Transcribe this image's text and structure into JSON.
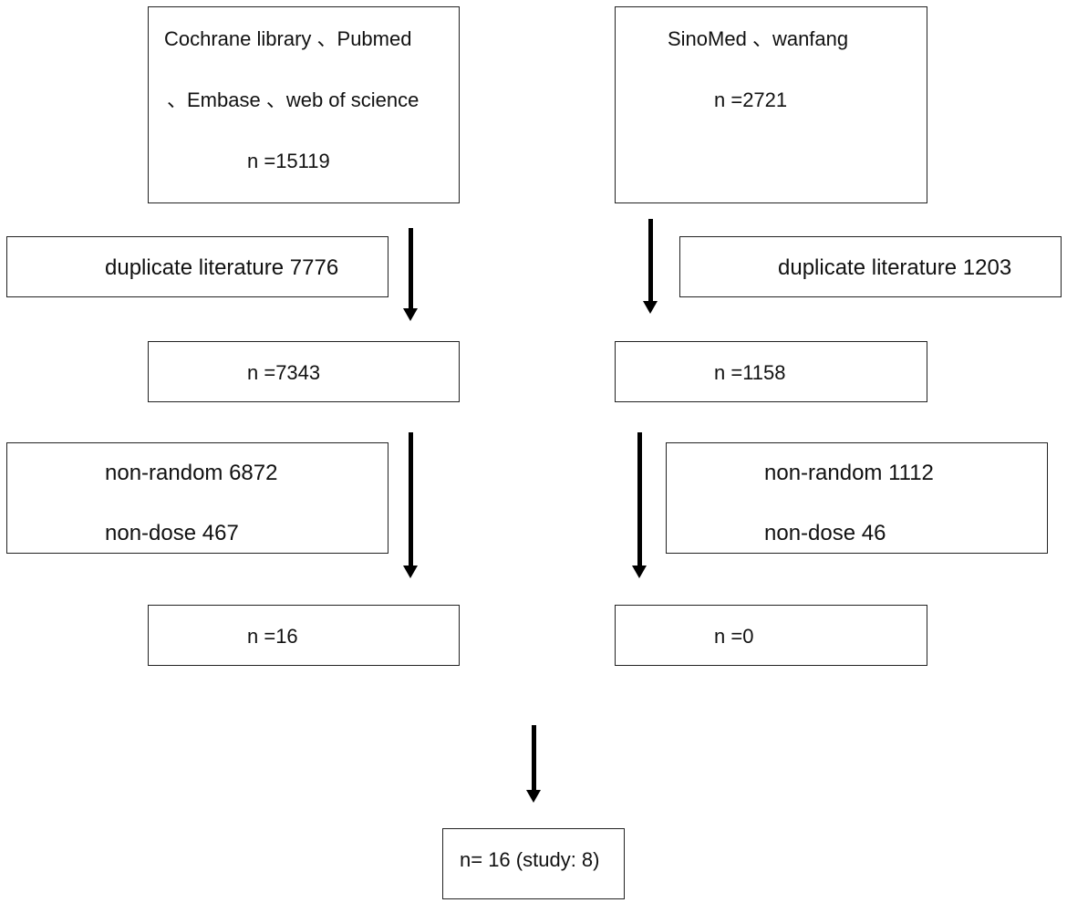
{
  "left": {
    "source": {
      "line1": "Cochrane library  、Pubmed",
      "line2": "、Embase  、web of science",
      "count": "n =15119"
    },
    "duplicate": "duplicate literature 7776",
    "after_duplicates": "n =7343",
    "exclusion": {
      "non_random": "non-random 6872",
      "non_dose": "non-dose 467"
    },
    "included": "n =16"
  },
  "right": {
    "source": {
      "line1": "SinoMed  、wanfang",
      "count": "n =2721"
    },
    "duplicate": "duplicate literature 1203",
    "after_duplicates": "n =1158",
    "exclusion": {
      "non_random": "non-random 1112",
      "non_dose": "non-dose 46"
    },
    "included": "n =0"
  },
  "final": {
    "label": "n= 16 (study: 8)"
  }
}
